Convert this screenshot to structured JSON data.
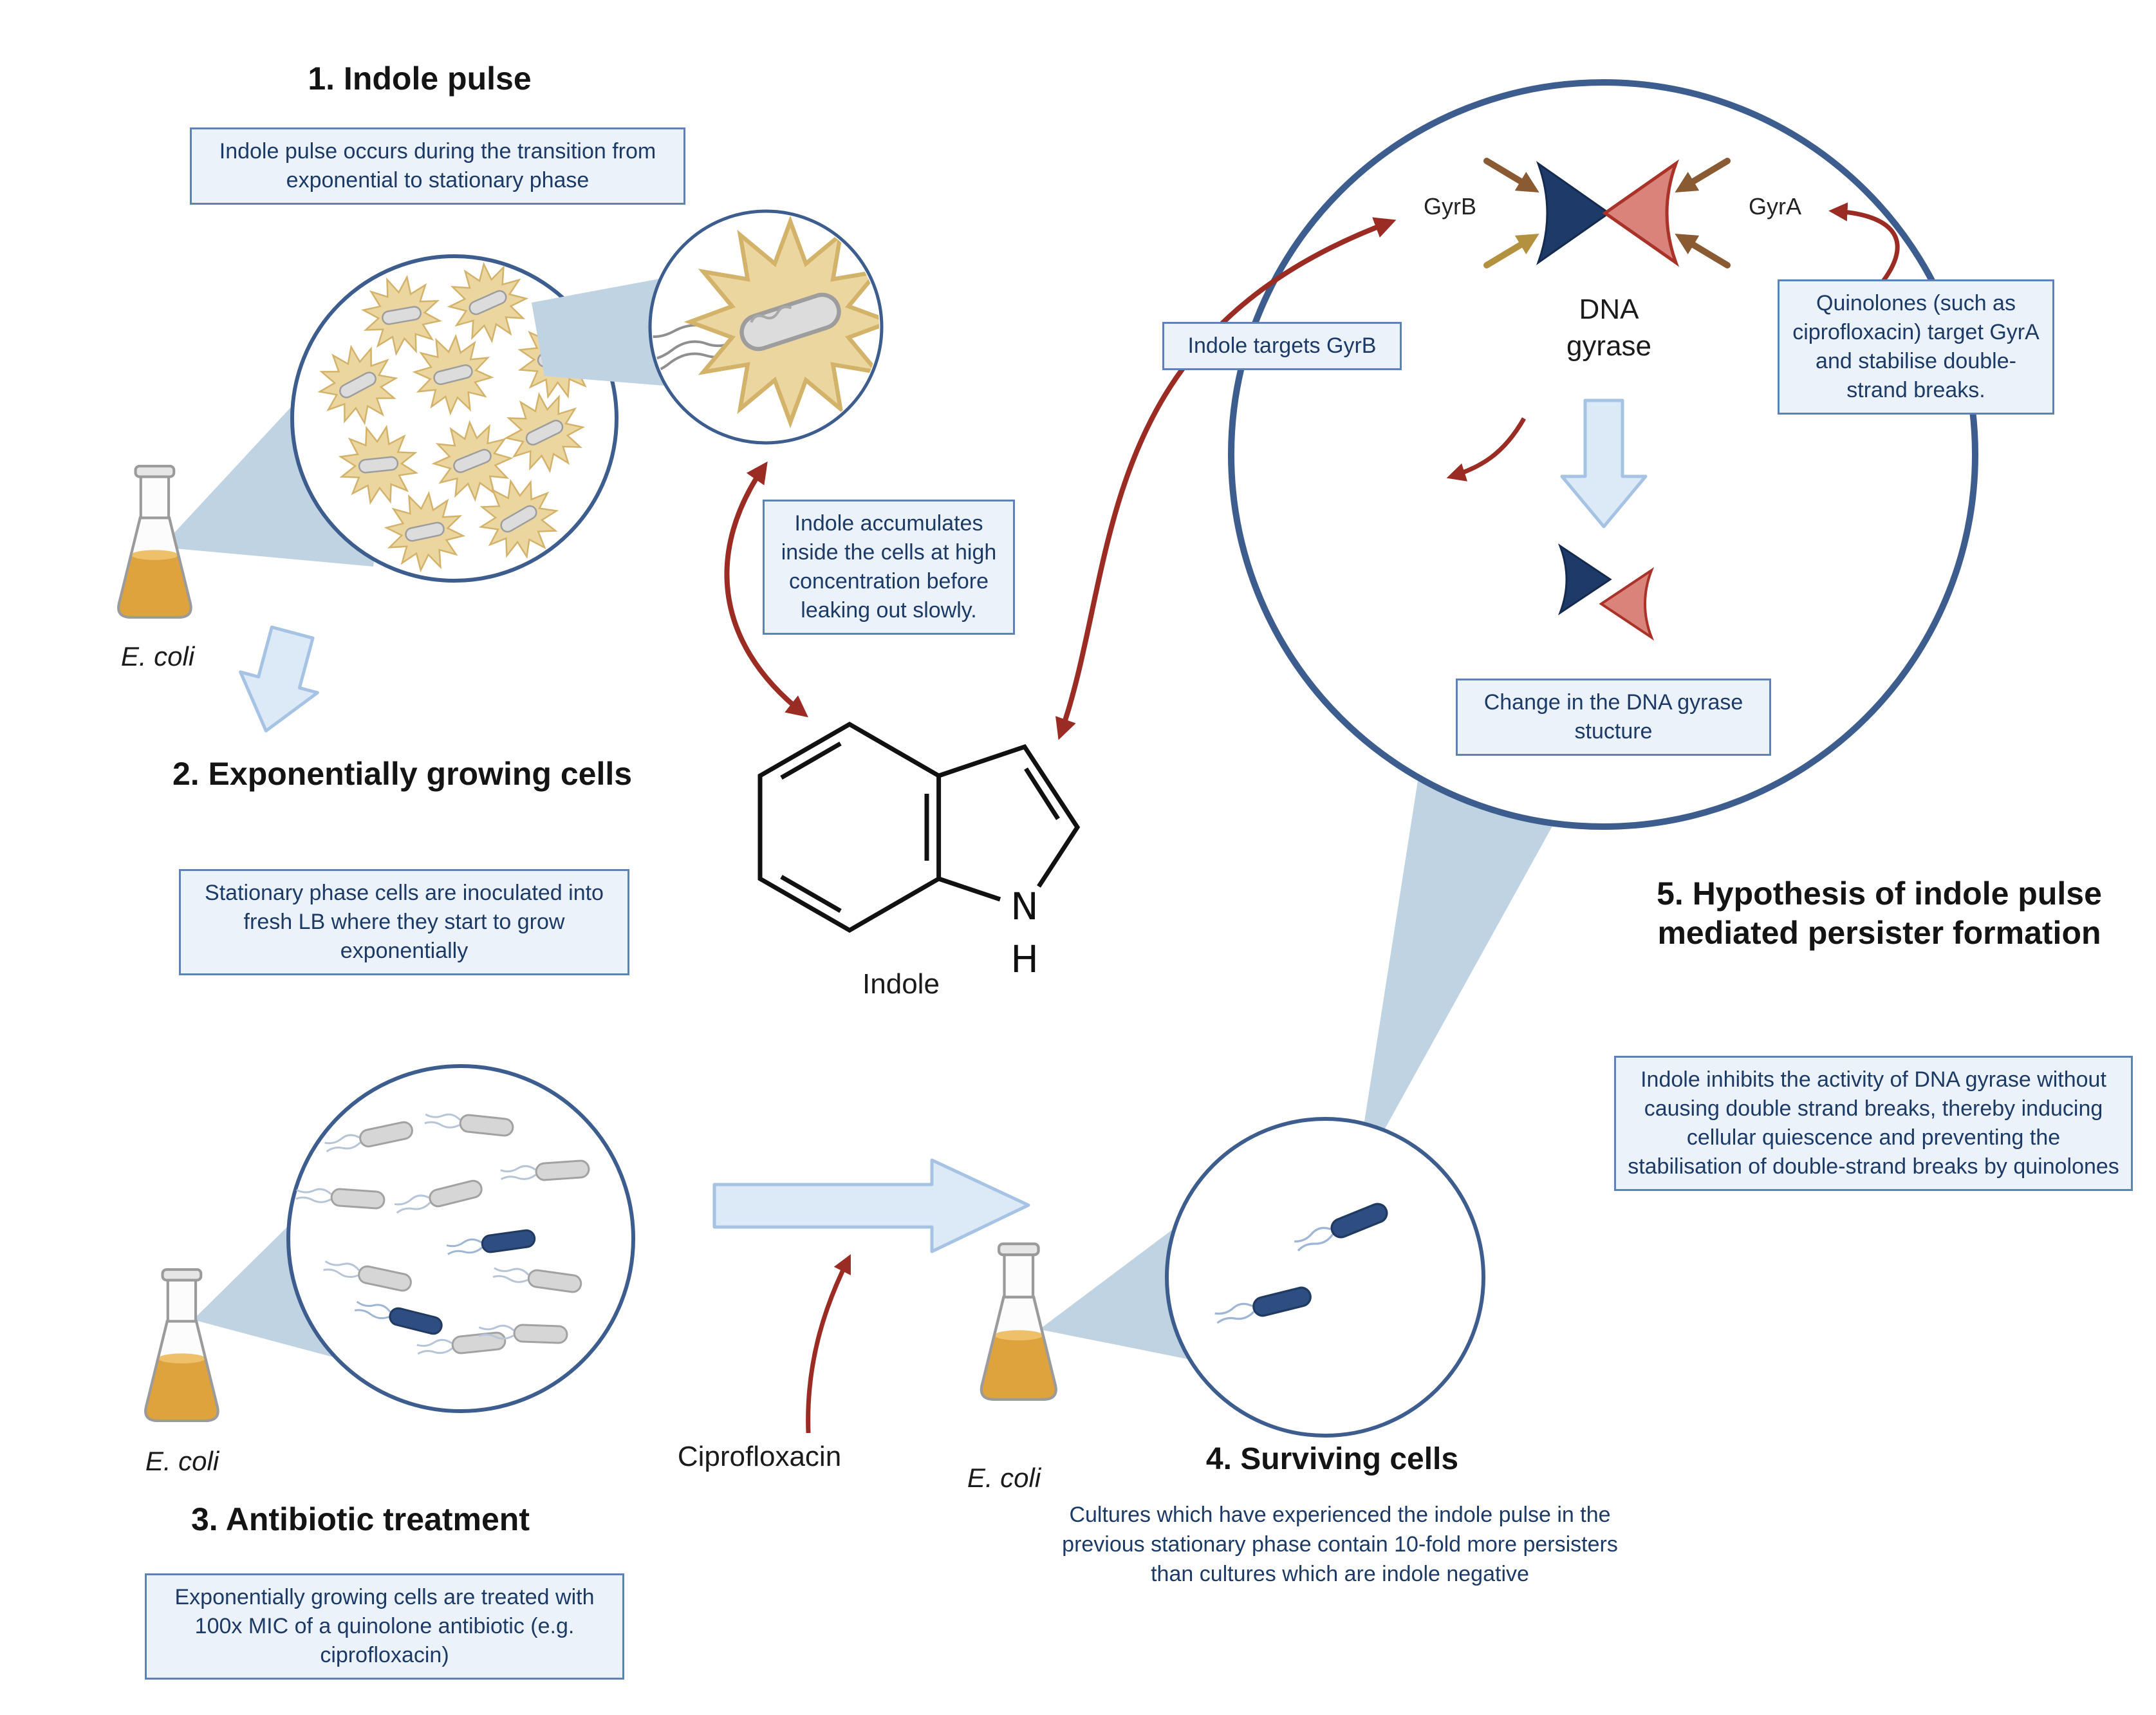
{
  "labels": {
    "e_coli": "E. coli",
    "indole": "Indole",
    "ciprofloxacin": "Ciprofloxacin",
    "gyrb": "GyrB",
    "gyra": "GyrA",
    "dna_gyrase": "DNA gyrase",
    "atom_n": "N",
    "atom_h": "H"
  },
  "sections": {
    "s1": {
      "title": "1. Indole pulse",
      "note": "Indole pulse occurs during the transition from exponential to stationary phase"
    },
    "s2": {
      "title": "2. Exponentially growing cells",
      "note": "Stationary phase cells are inoculated into fresh LB where they start to grow exponentially"
    },
    "s3": {
      "title": "3. Antibiotic treatment",
      "note": "Exponentially growing cells are treated with 100x MIC of a quinolone antibiotic (e.g. ciprofloxacin)"
    },
    "s4": {
      "title": "4. Surviving cells",
      "note": "Cultures which have experienced the indole pulse in the previous stationary phase contain 10-fold more persisters than cultures which are indole negative"
    },
    "s5": {
      "title": "5. Hypothesis of indole pulse mediated persister formation",
      "note": "Indole inhibits the activity of DNA gyrase without causing double strand breaks, thereby inducing cellular quiescence and preventing the stabilisation of double-strand breaks by quinolones"
    }
  },
  "callouts": {
    "indole_accumulates": "Indole accumulates inside the cells at high concentration before leaking out slowly.",
    "indole_targets_gyrb": "Indole targets GyrB",
    "quinolones": "Quinolones (such as ciprofloxacin) target GyrA and stabilise double-strand breaks.",
    "gyrase_change": "Change in the DNA gyrase stucture"
  },
  "colors": {
    "box_bg": "#ecf2f9",
    "box_border": "#5d82b5",
    "navy_text": "#1c3a66",
    "circle_border": "#3c5d8d",
    "beam_blue": "#bfd3e2",
    "arrow_red": "#9b2c24",
    "block_arrow_fill": "#dce9f7",
    "block_arrow_border": "#a7c3e4",
    "starburst_fill": "#ecd6a0",
    "starburst_border": "#d3b26a",
    "cell_grey": "#d6d6d6",
    "persister_blue": "#2e4d80",
    "gyrase_blue": "#1e3a68",
    "gyrase_red": "#d9837a",
    "flask_liquid": "#dfa33e",
    "arrow_brown": "#8a5a33",
    "arrow_gold": "#b3913f"
  }
}
